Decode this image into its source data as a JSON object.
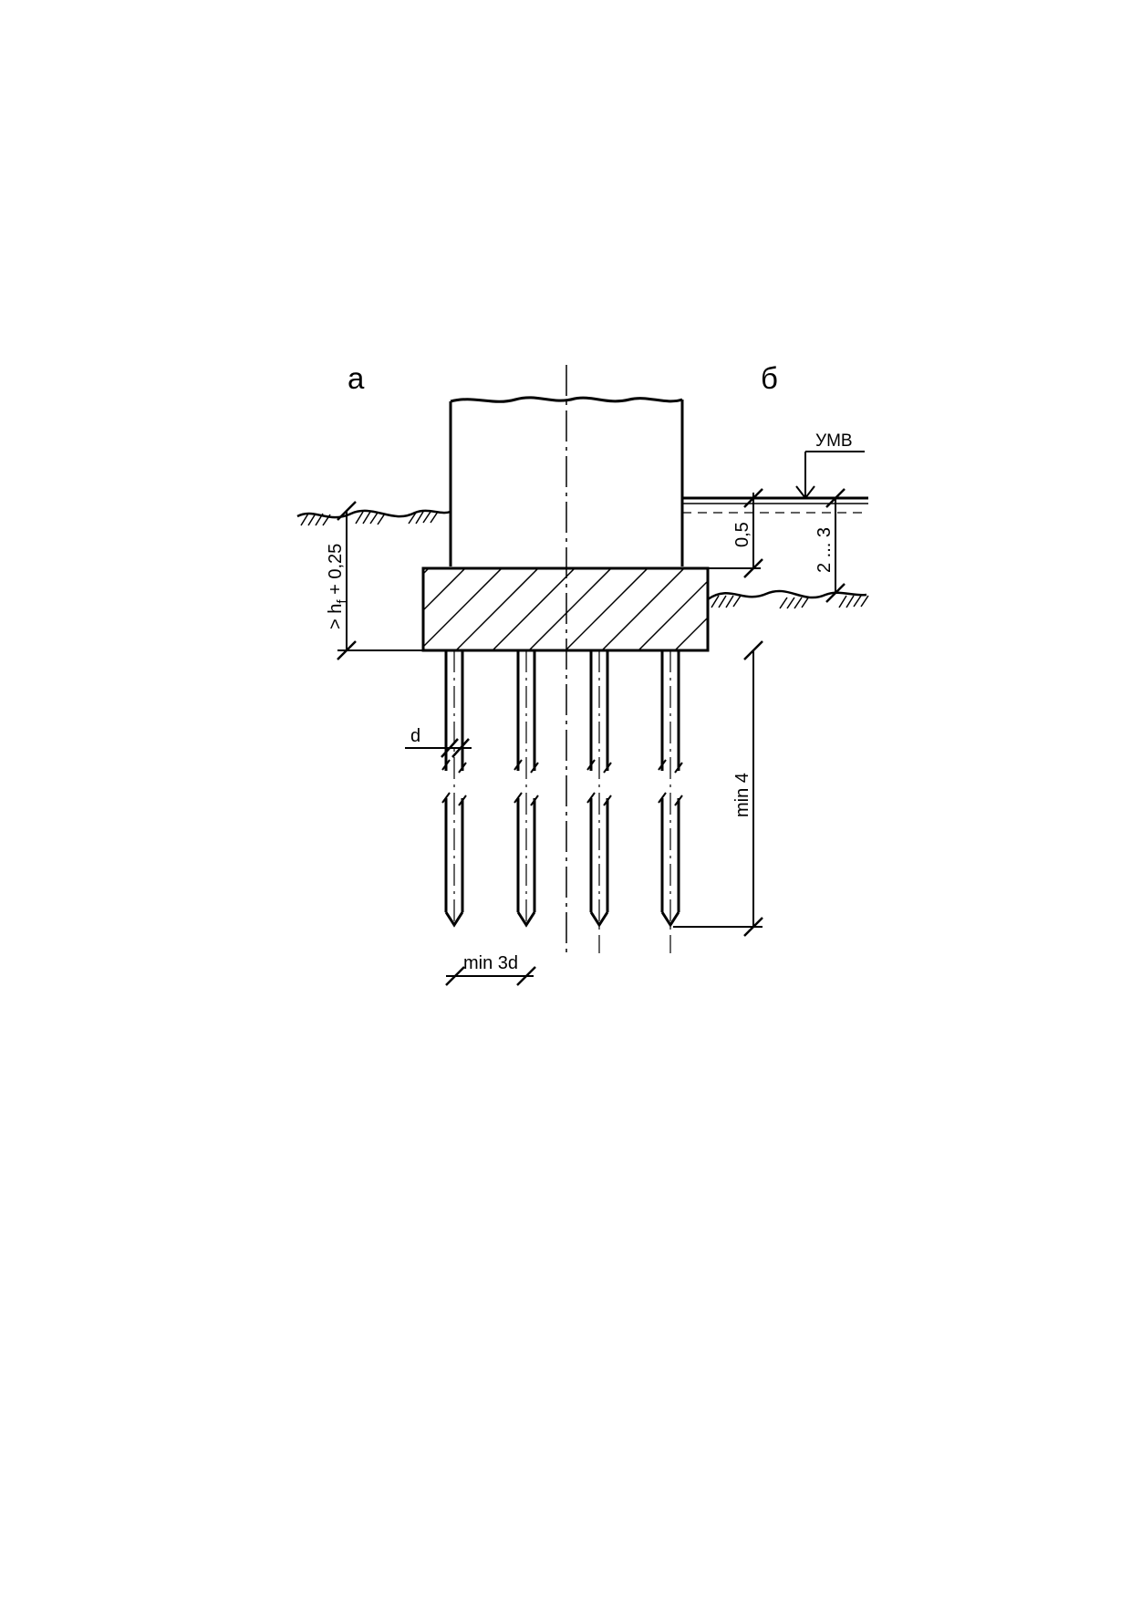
{
  "labels": {
    "panel_a": "а",
    "panel_b": "б",
    "water_level": "УМВ",
    "depth_left_prefix": "> h",
    "depth_left_sub": "f",
    "depth_left_suffix": " + 0,25",
    "dim_05": "0,5",
    "dim_2_3": "2 ... 3",
    "pile_diameter": "d",
    "pile_length": "min 4",
    "pile_spacing": "min 3d"
  },
  "piles": [
    {
      "name": "pile-1"
    },
    {
      "name": "pile-2"
    },
    {
      "name": "pile-3"
    },
    {
      "name": "pile-4"
    }
  ]
}
